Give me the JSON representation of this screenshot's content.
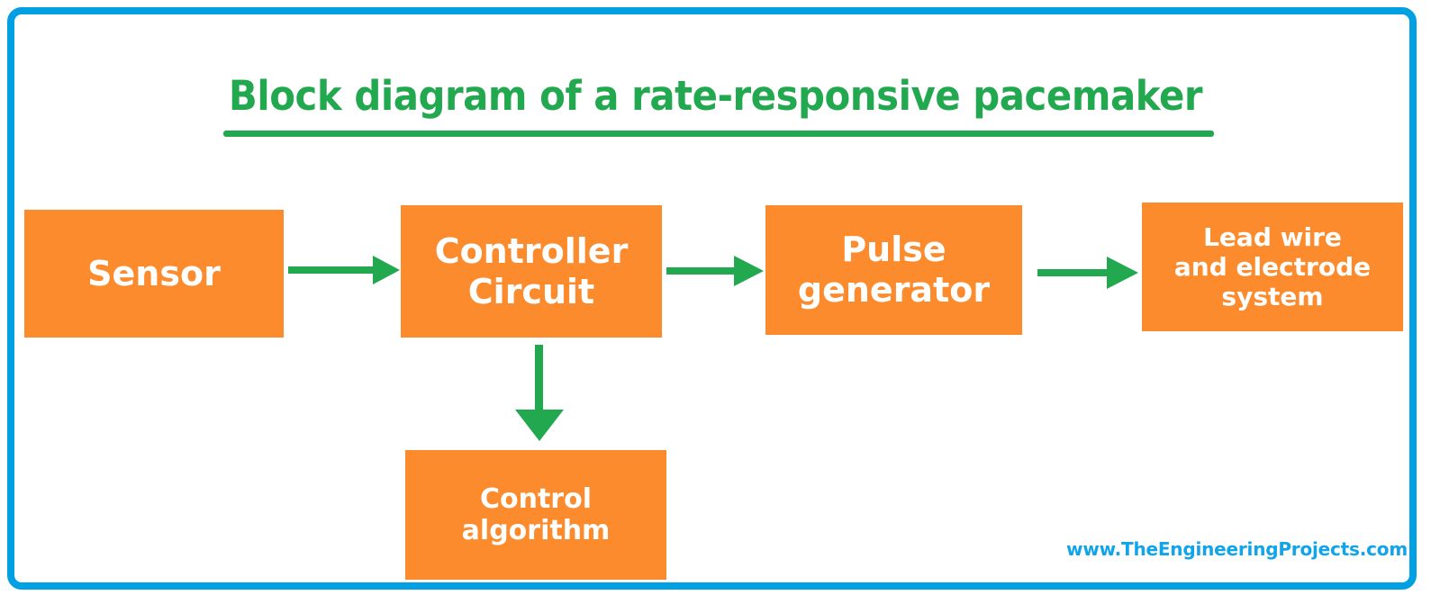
{
  "diagram": {
    "title": "Block diagram of a rate-responsive pacemaker",
    "title_color": "#22a84e",
    "block_color": "#fb8b2c",
    "block_text_color": "#ffffff",
    "arrow_color": "#22a84e",
    "frame_color": "#00a0e3",
    "background": "#ffffff",
    "blocks": [
      {
        "id": "sensor",
        "label": "Sensor"
      },
      {
        "id": "controller",
        "label": "Controller\nCircuit"
      },
      {
        "id": "pulse",
        "label": "Pulse\ngenerator"
      },
      {
        "id": "lead",
        "label": "Lead wire\nand electrode\nsystem"
      },
      {
        "id": "control-alg",
        "label": "Control\nalgorithm"
      }
    ],
    "connections": [
      {
        "id": "sensor-to-controller",
        "from": "sensor",
        "to": "controller",
        "direction": "right"
      },
      {
        "id": "controller-to-pulse",
        "from": "controller",
        "to": "pulse",
        "direction": "right"
      },
      {
        "id": "pulse-to-lead",
        "from": "pulse",
        "to": "lead",
        "direction": "right"
      },
      {
        "id": "controller-to-control",
        "from": "controller",
        "to": "control-alg",
        "direction": "down"
      }
    ]
  },
  "watermark": {
    "text": "www.TheEngineeringProjects.com",
    "color": "#12a4e8"
  }
}
